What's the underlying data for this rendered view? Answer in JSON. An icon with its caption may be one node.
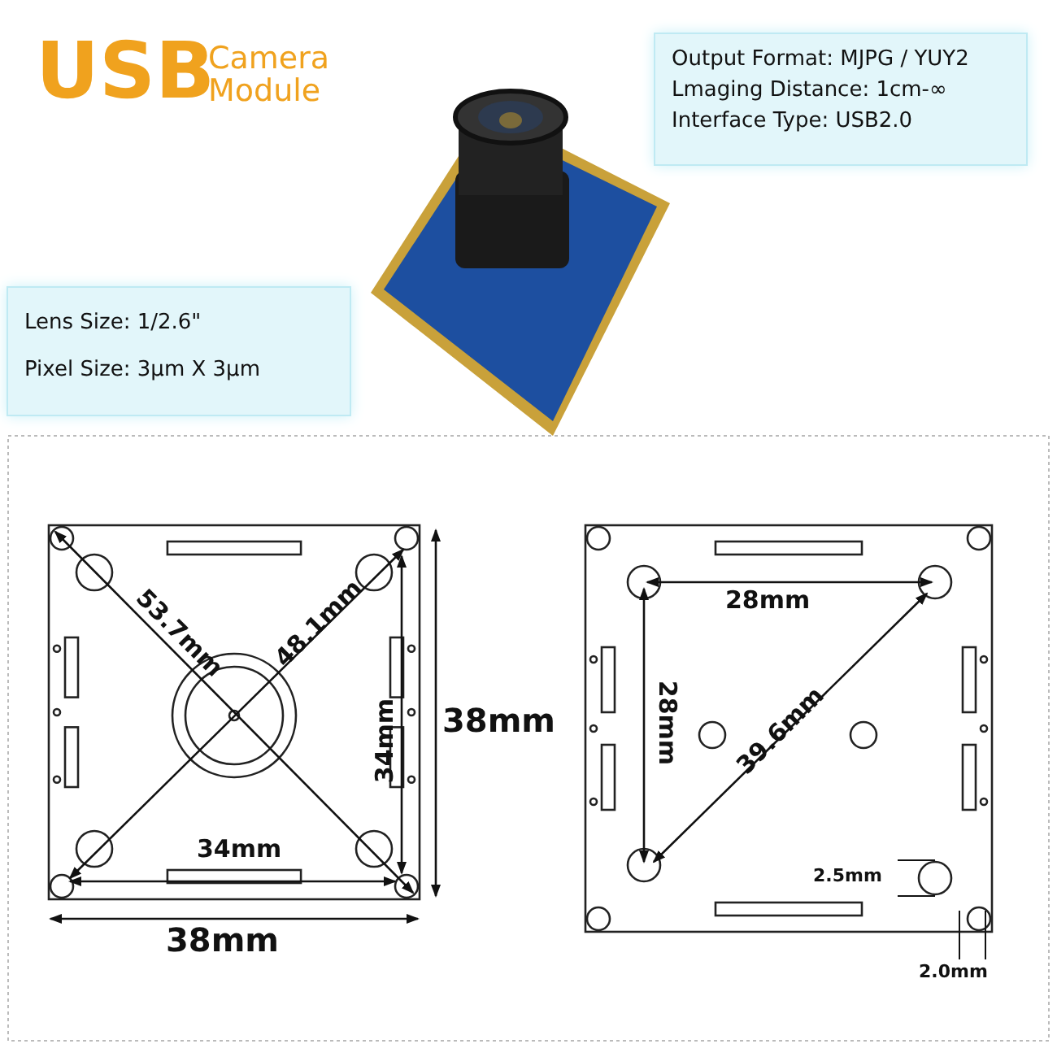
{
  "diagram": {
    "nodes": [
      {
        "text": [
          "Output Format: MJPG / YUY2",
          "Lmaging Distance: 1cm-∞",
          "Interface Type: USB2.0"
        ]
      },
      {
        "text": [
          "Lens Size: 1/2.6\"",
          "Pixel Size: 3μm X 3μm"
        ]
      }
    ],
    "labels": [
      "USB",
      "Camera Module",
      "53.7mm",
      "48.1mm",
      "34mm",
      "38mm",
      "34mm",
      "38mm",
      "28mm",
      "28mm",
      "39.6mm",
      "2.5mm",
      "2.0mm"
    ]
  }
}
